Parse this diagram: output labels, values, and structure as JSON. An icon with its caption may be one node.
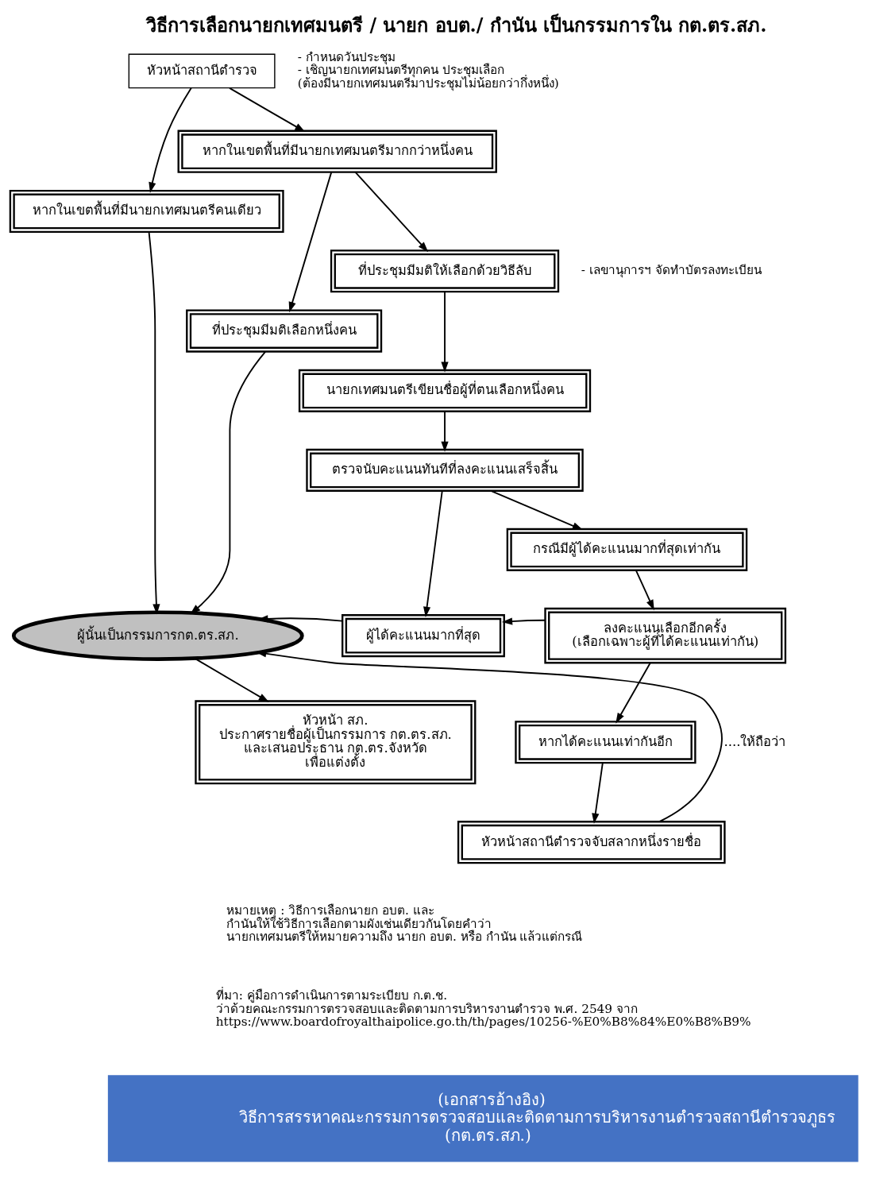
{
  "diagram": {
    "title": "วิธีการเลือกนายกเทศมนตรี / นายก อบต./ กำนัน เป็นกรรมการใน กต.ตร.สภ.",
    "caption": "(เอกสารอ้างอิง) วิธีการสรรหาคณะกรรมการตรวจสอบและติดตามการบริหารงานตำรวจสถานีตำรวจภูธร (กต.ตร.สภ.)",
    "nodes": [
      {
        "text": [
          "หัวหน้าสถานีตำรวจ"
        ],
        "beside": [
          "- กำหนดวันประชุม",
          "- เชิญนายกเทศมนตรีทุกคน ประชุมเลือก (ต้องมีนายกเทศมนตรีมาประชุมไม่น้อยกว่ากึ่งหนึ่ง)"
        ]
      },
      {
        "text": [
          "หากในเขตพื้นที่มีนายกเทศมนตรีคนเดียว"
        ]
      },
      {
        "text": [
          "หากในเขตพื้นที่มีนายกเทศมนตรีมากกว่าหนึ่งคน"
        ]
      },
      {
        "text": [
          "ที่ประชุมมีมติเลือกหนึ่งคน"
        ]
      },
      {
        "text": [
          "ที่ประชุมมีมติให้เลือกด้วยวิธีลับ"
        ],
        "beside": [
          "- เลขานุการฯ จัดทำบัตรลงทะเบียน"
        ]
      },
      {
        "text": [
          "นายกเทศมนตรีเขียนชื่อผู้ที่ตนเลือกหนึ่งคน"
        ]
      },
      {
        "text": [
          "ตรวจนับคะแนนทันทีที่ลงคะแนนเสร็จสิ้น"
        ]
      },
      {
        "text": [
          "กรณีมีผู้ได้คะแนนมากที่สุดเท่ากัน"
        ]
      },
      {
        "text": [
          "ผู้นั้นเป็นกรรมการกต.ตร.สภ."
        ]
      },
      {
        "text": [
          "ผู้ได้คะแนนมากที่สุด"
        ]
      },
      {
        "text": [
          "ลงคะแนนเลือกอีกครั้ง (เลือกเฉพาะผู้ที่ได้คะแนนเท่ากัน)"
        ]
      },
      {
        "text": [
          "หัวหน้า สภ. ประกาศรายชื่อผู้เป็นกรรมการ กต.ตร.สภ. และเสนอประธาน กต.ตร.จังหวัด เพื่อแต่งตั้ง"
        ]
      },
      {
        "text": [
          "หากได้คะแนนเท่ากันอีก"
        ]
      },
      {
        "text": [
          "หัวหน้าสถานีตำรวจจับสลากหนึ่งรายชื่อ"
        ]
      }
    ],
    "edges": [
      {
        "from": 0,
        "to": 1,
        "arrow": "to"
      },
      {
        "from": 0,
        "to": 2,
        "arrow": "to"
      },
      {
        "from": 1,
        "to": 8,
        "arrow": "to"
      },
      {
        "from": 2,
        "to": 3,
        "arrow": "to"
      },
      {
        "from": 2,
        "to": 4,
        "arrow": "to"
      },
      {
        "from": 3,
        "to": 8,
        "arrow": "to"
      },
      {
        "from": 4,
        "to": 5,
        "arrow": "to"
      },
      {
        "from": 5,
        "to": 6,
        "arrow": "to"
      },
      {
        "from": 6,
        "to": 9,
        "arrow": "to"
      },
      {
        "from": 6,
        "to": 7,
        "arrow": "to"
      },
      {
        "from": 7,
        "to": 10,
        "arrow": "to"
      },
      {
        "from": 10,
        "to": 9,
        "arrow": "to"
      },
      {
        "from": 9,
        "to": 8,
        "arrow": "to"
      },
      {
        "from": 10,
        "to": 12,
        "arrow": "to"
      },
      {
        "from": 12,
        "to": 13,
        "arrow": "to"
      },
      {
        "from": 13,
        "to": 8,
        "arrow": "to",
        "label": "....ให้ถือว่า"
      },
      {
        "from": 8,
        "to": 11,
        "arrow": "to"
      }
    ],
    "labels": [
      "หมายเหตุ : วิธีการเลือกนายก อบต. และ กำนันให้ใช้วิธีการเลือกตามผังเช่นเดียวกันโดยคำว่า นายกเทศมนตรีให้หมายความถึง นายก อบต. หรือ กำนัน แล้วแต่กรณี",
      "ที่มา: คู่มือการดำเนินการตามระเบียบ ก.ต.ช. ว่าด้วยคณะกรรมการตรวจสอบและติดตามการบริหารงานตำรวจ พ.ศ. 2549 จาก https://www.boardofroyalthaipolice.go.th/th/pages/10256-%E0%B8%84%E0%B8%B9%"
    ]
  }
}
